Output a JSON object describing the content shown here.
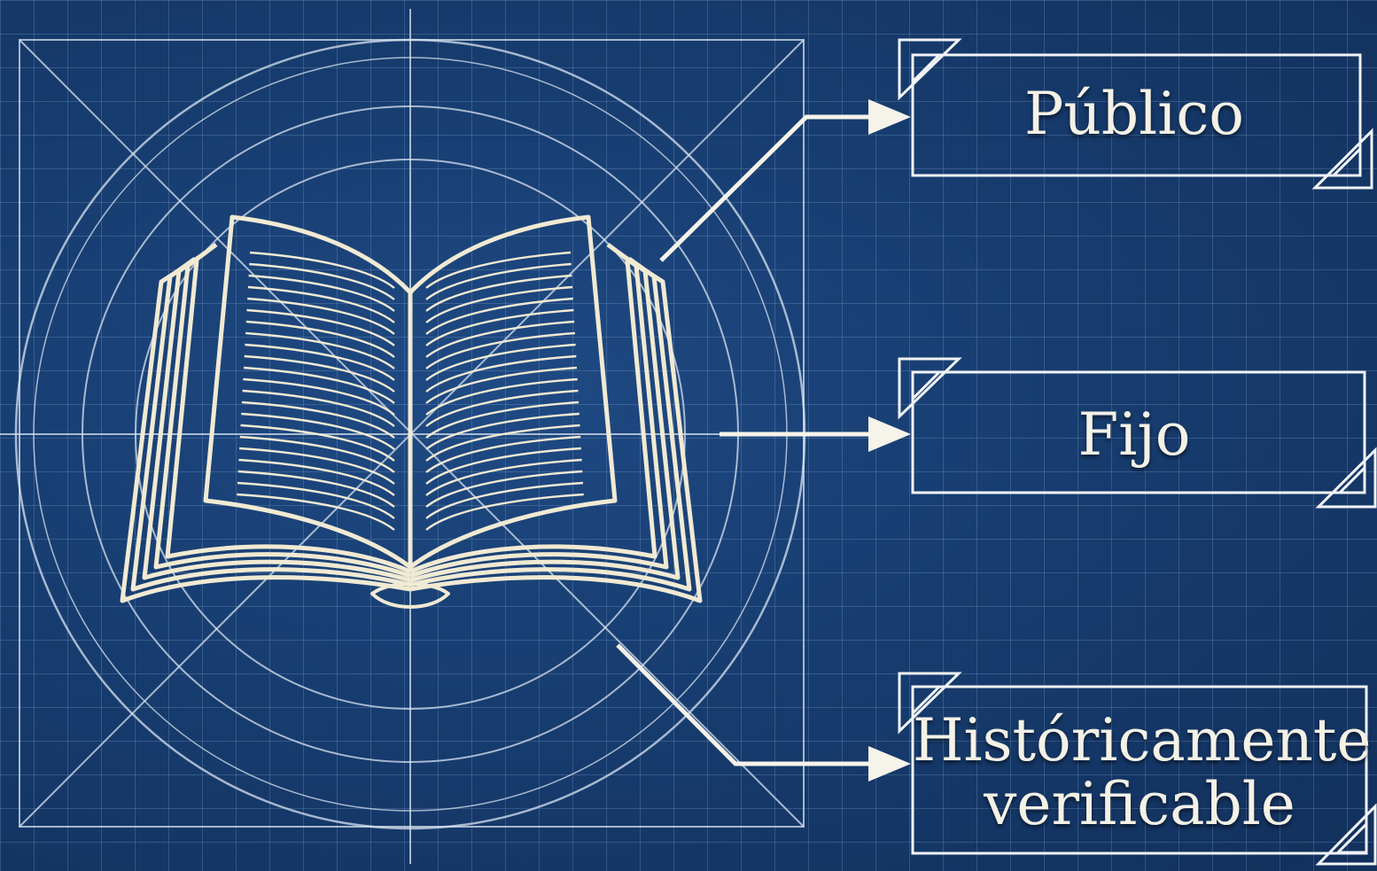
{
  "labels": {
    "publico": "Público",
    "fijo": "Fijo",
    "historico_line1": "Históricamente",
    "historico_line2": "verificable"
  },
  "icons": {
    "central": "open-book-icon",
    "connectors": "arrow-right-icon"
  },
  "colors": {
    "background": "#17386a",
    "grid_lines": "#a0c3eb",
    "book_lines": "#f1ead3",
    "construction_lines": "#d8e3f0",
    "text": "#f4f1e6"
  }
}
